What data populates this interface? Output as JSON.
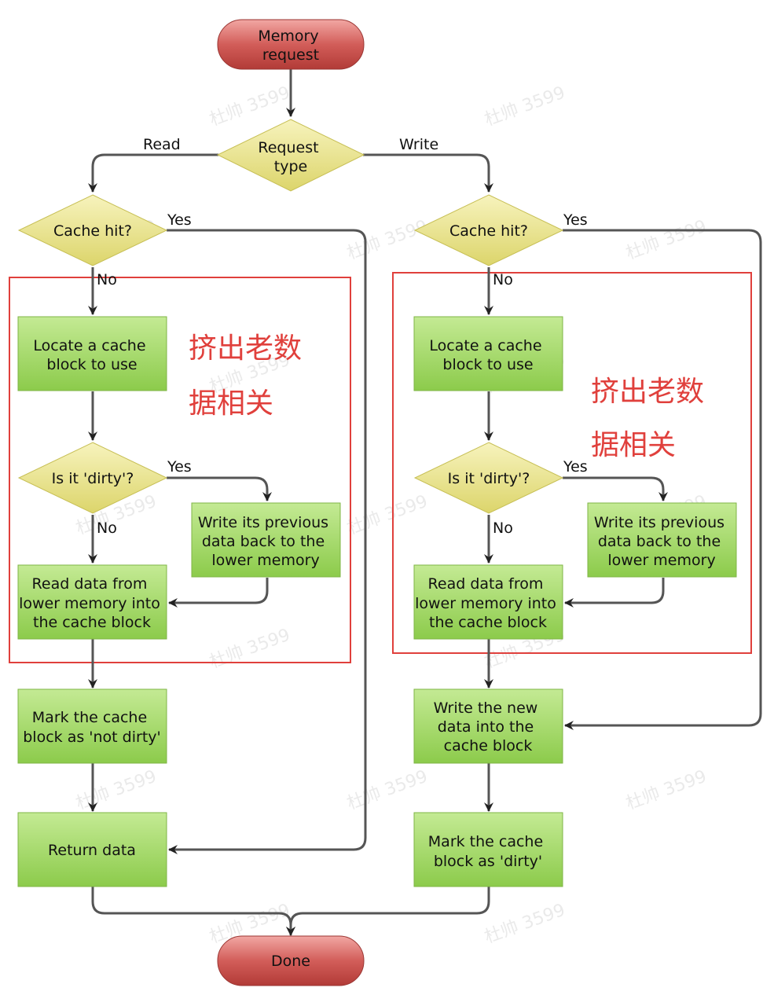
{
  "nodes": {
    "start": [
      "Memory",
      "request"
    ],
    "request_type": [
      "Request",
      "type"
    ],
    "read_cache_hit": [
      "Cache hit?"
    ],
    "read_locate": [
      "Locate a cache",
      "block to use"
    ],
    "read_dirty": [
      "Is it 'dirty'?"
    ],
    "read_writeback": [
      "Write its previous",
      "data back to the",
      "lower memory"
    ],
    "read_readdata": [
      "Read data from",
      "lower memory into",
      "the cache block"
    ],
    "read_mark": [
      "Mark the cache",
      "block as 'not dirty'"
    ],
    "read_return": [
      "Return data"
    ],
    "write_cache_hit": [
      "Cache hit?"
    ],
    "write_locate": [
      "Locate a cache",
      "block to use"
    ],
    "write_dirty": [
      "Is it 'dirty'?"
    ],
    "write_writeback": [
      "Write its previous",
      "data back to the",
      "lower memory"
    ],
    "write_readdata": [
      "Read data from",
      "lower memory into",
      "the cache block"
    ],
    "write_newdata": [
      "Write the new",
      "data into the",
      "cache block"
    ],
    "write_mark": [
      "Mark the cache",
      "block as 'dirty'"
    ],
    "done": [
      "Done"
    ]
  },
  "edge_labels": {
    "read": "Read",
    "write": "Write",
    "yes": "Yes",
    "no": "No"
  },
  "annotation": [
    "挤出老数",
    "据相关"
  ],
  "watermark": "杜帅 3599",
  "colors": {
    "terminal_fill": "#c9504e",
    "decision_fill": "#e8e28a",
    "process_fill": "#a6d86a",
    "annotation": "#e0403c",
    "edge": "#555555"
  }
}
